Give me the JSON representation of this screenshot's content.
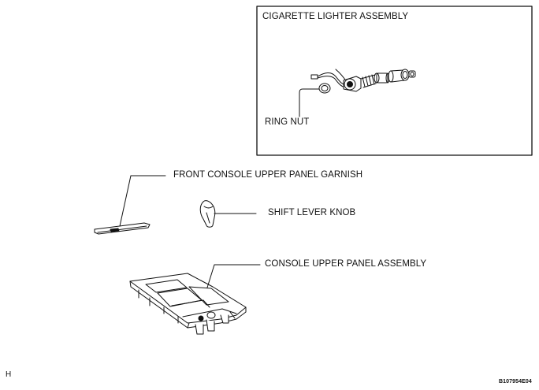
{
  "inset": {
    "title": "CIGARETTE LIGHTER ASSEMBLY",
    "ring_nut_label": "RING NUT"
  },
  "callouts": {
    "garnish": "FRONT CONSOLE UPPER PANEL GARNISH",
    "knob": "SHIFT LEVER KNOB",
    "panel": "CONSOLE UPPER PANEL ASSEMBLY"
  },
  "footer": {
    "corner_letter": "H",
    "figure_code": "B107954E04"
  }
}
